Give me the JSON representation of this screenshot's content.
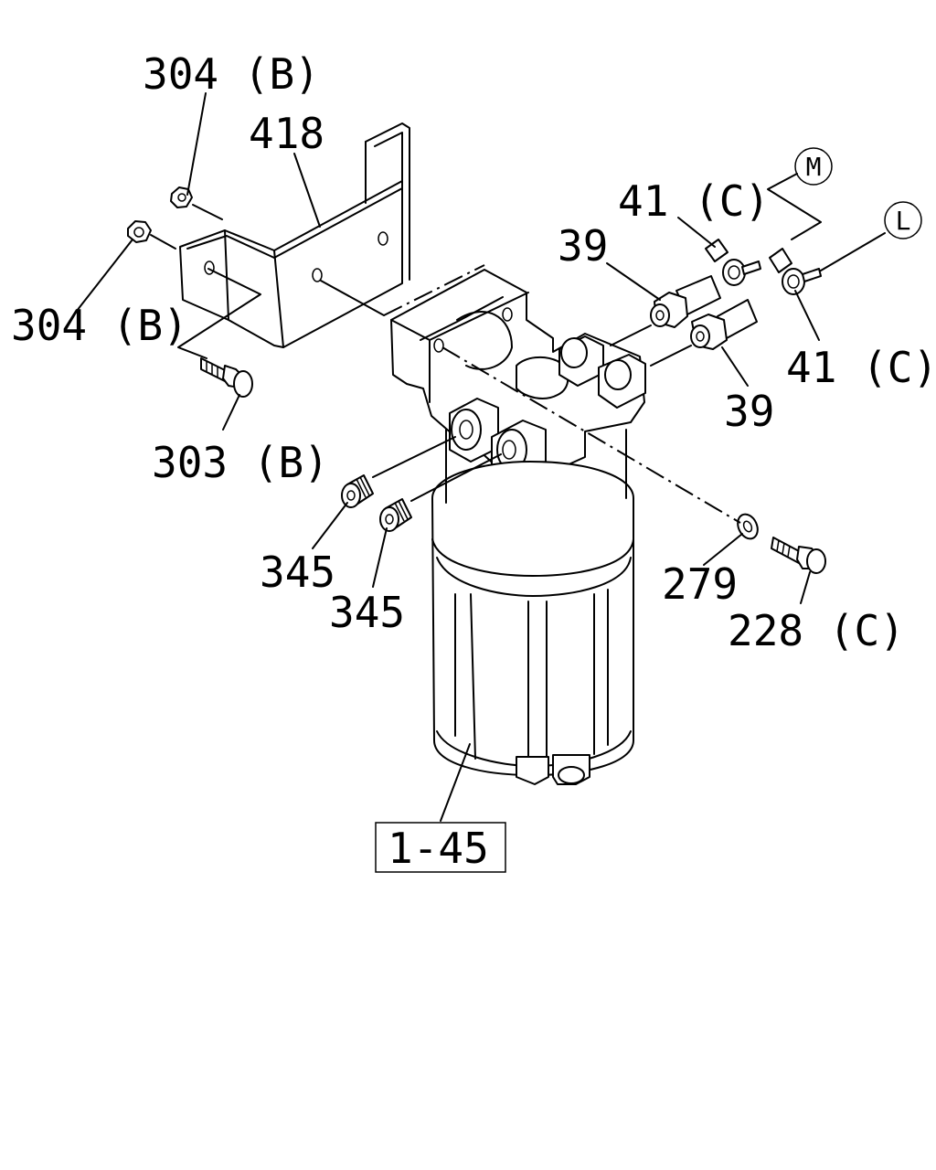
{
  "labels": {
    "nut_upper": "304 (B)",
    "bracket": "418",
    "nut_left": "304 (B)",
    "bolt_bracket": "303 (B)",
    "clip_upper": "41 (C)",
    "fitting_upper": "39",
    "ref_m": "M",
    "ref_l": "L",
    "clip_lower": "41 (C)",
    "fitting_lower": "39",
    "plug_upper": "345",
    "plug_lower": "345",
    "washer": "279",
    "bolt_head": "228 (C)",
    "assembly_ref": "1-45"
  }
}
